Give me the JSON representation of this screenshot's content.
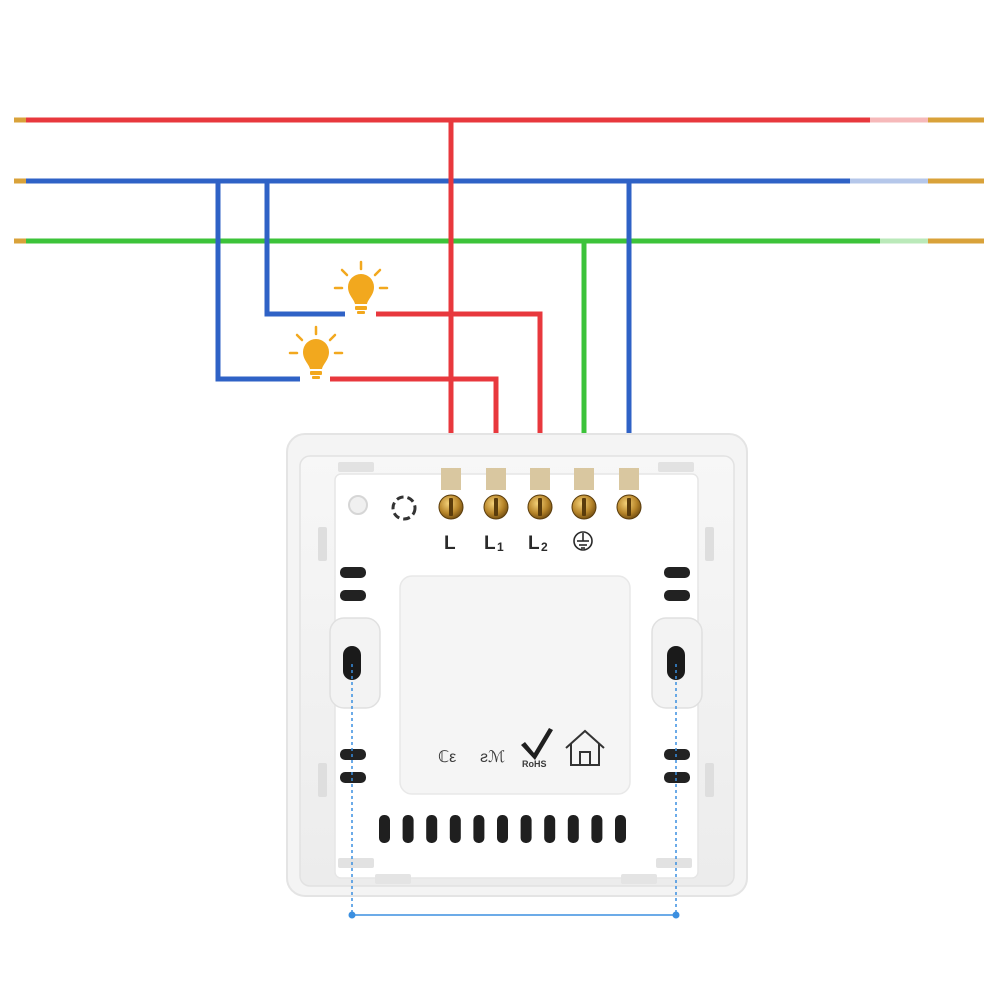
{
  "wires": {
    "live": {
      "color": "#e8383d"
    },
    "neutral": {
      "color": "#2f62c6"
    },
    "earth": {
      "color": "#3cc33a"
    },
    "tip_color": "#d9a23a"
  },
  "lamps": [
    {
      "icon": "light-bulb-icon",
      "color": "#f2a81e"
    },
    {
      "icon": "light-bulb-icon",
      "color": "#f2a81e"
    }
  ],
  "switch_module": {
    "terminals": [
      {
        "label": "L",
        "sub": ""
      },
      {
        "label": "L",
        "sub": "1"
      },
      {
        "label": "L",
        "sub": "2"
      },
      {
        "label": "",
        "sub": "",
        "icon": "earth-ground-icon"
      },
      {
        "label": "",
        "sub": "",
        "icon": ""
      }
    ],
    "marks": {
      "rohs": "RoHS",
      "rohs_icon": "checkmark-icon",
      "house_icon": "house-icon"
    },
    "dimension_line_color": "#3b8fe0"
  }
}
